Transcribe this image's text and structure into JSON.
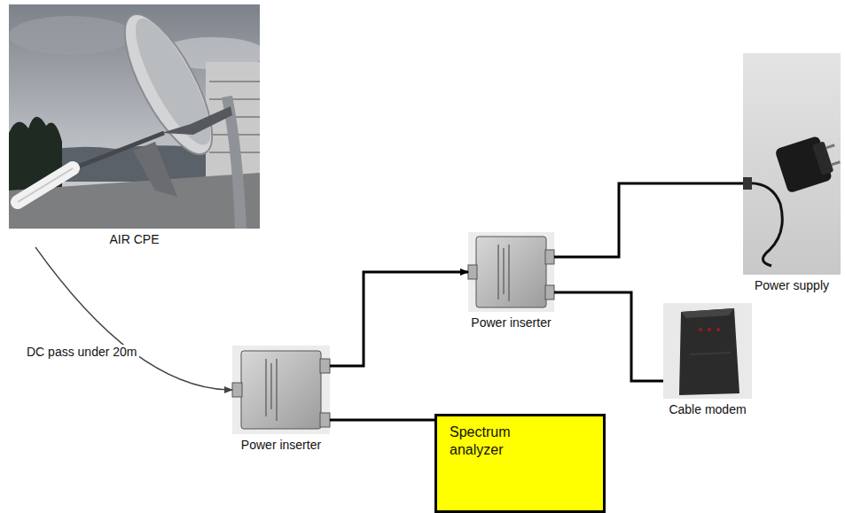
{
  "diagram": {
    "nodes": [
      {
        "text": [
          "AIR CPE"
        ]
      },
      {
        "text": [
          "Power inserter"
        ]
      },
      {
        "text": [
          "Power inserter"
        ]
      },
      {
        "text": [
          "Power supply"
        ]
      },
      {
        "text": [
          "Cable modem"
        ]
      },
      {
        "text": [
          "Spectrum analyzer"
        ]
      }
    ],
    "edges": [
      {
        "from": 0,
        "to": 1,
        "arrow": "to",
        "label": "DC pass under 20m"
      },
      {
        "from": 1,
        "to": 2,
        "arrow": "to"
      },
      {
        "from": 2,
        "to": 3,
        "arrow": "none"
      },
      {
        "from": 2,
        "to": 4,
        "arrow": "none"
      },
      {
        "from": 1,
        "to": 5,
        "arrow": "none"
      }
    ]
  }
}
